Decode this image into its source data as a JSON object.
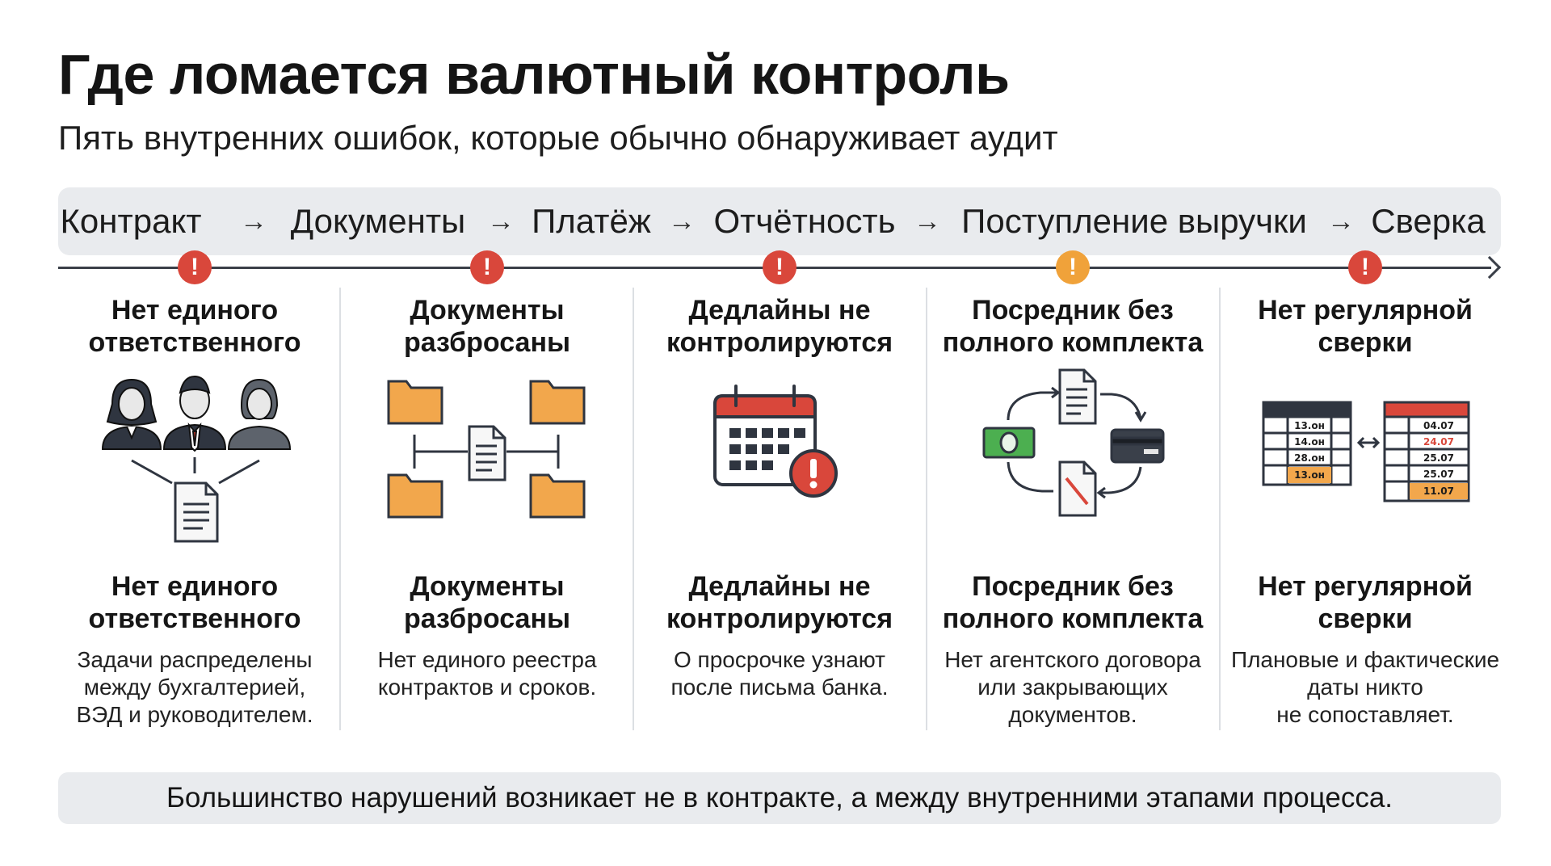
{
  "title": "Где ломается валютный контроль",
  "subtitle": "Пять внутренних ошибок, которые обычно обнаруживает аудит",
  "flow": [
    {
      "label": "Контракт"
    },
    {
      "label": "Документы"
    },
    {
      "label": "Платёж"
    },
    {
      "label": "Отчётность"
    },
    {
      "label": "Поступление выручки"
    },
    {
      "label": "Сверка"
    }
  ],
  "flow_arrow": "→",
  "marker_symbol": "!",
  "colors": {
    "alert_red": "#d9473b",
    "alert_orange": "#f0a23a",
    "folder": "#f2a74c",
    "ink": "#2f3540",
    "money": "#4caf50",
    "calendar_red": "#d9473b"
  },
  "columns": [
    {
      "heading": "Нет единого\nответственного",
      "icon": "team-to-document-icon",
      "title": "Нет единого\nответственного",
      "desc": "Задачи распределены\nмежду бухгалтерией,\nВЭД и руководителем.",
      "marker_color": "#d9473b"
    },
    {
      "heading": "Документы\nразбросаны",
      "icon": "scattered-folders-icon",
      "title": "Документы\nразбросаны",
      "desc": "Нет единого реестра\nконтрактов и сроков.",
      "marker_color": "#d9473b"
    },
    {
      "heading": "Дедлайны не\nконтролируются",
      "icon": "calendar-alert-icon",
      "title": "Дедлайны не\nконтролируются",
      "desc": "О просрочке узнают\nпосле письма банка.",
      "marker_color": "#d9473b"
    },
    {
      "heading": "Посредник без\nполного комплекта",
      "icon": "intermediary-cycle-icon",
      "title": "Посредник без\nполного комплекта",
      "desc": "Нет агентского договора\nили закрывающих\nдокументов.",
      "marker_color": "#f0a23a"
    },
    {
      "heading": "Нет регулярной\nсверки",
      "icon": "reconciliation-tables-icon",
      "title": "Нет регулярной\nсверки",
      "desc": "Плановые и фактические\nдаты никто\nне сопоставляет.",
      "marker_color": "#d9473b",
      "table_left": [
        "13.он",
        "14.он",
        "28.он",
        "13.он"
      ],
      "table_right": [
        "04.07",
        "24.07",
        "25.07",
        "25.07",
        "11.07"
      ]
    }
  ],
  "footer": "Большинство нарушений возникает не в контракте, а между внутренними этапами процесса."
}
